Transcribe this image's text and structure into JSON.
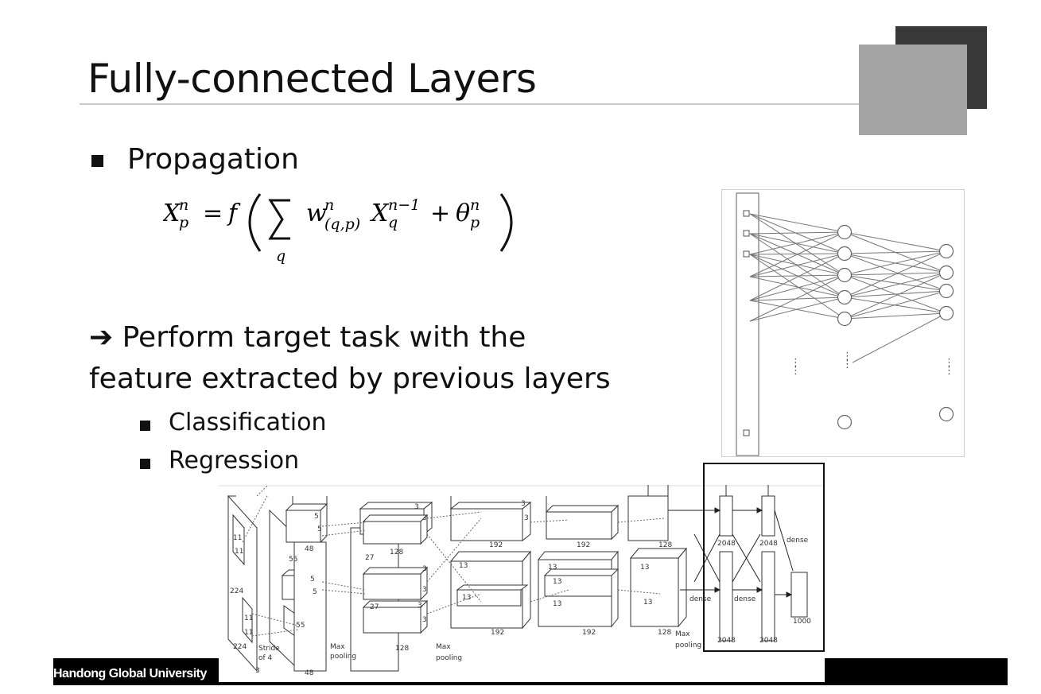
{
  "slide": {
    "title": "Fully-connected Layers",
    "bullet1": "Propagation",
    "arrow_glyph": "➔",
    "line1": " Perform target task with the",
    "line2": "feature extracted by previous layers",
    "sub_bullets": [
      "Classification",
      "Regression"
    ],
    "equation": {
      "lhs_var": "X",
      "lhs_sup": "n",
      "lhs_sub": "p",
      "equals": "=",
      "func": "f",
      "sum_index": "q",
      "w": "w",
      "w_sup": "n",
      "w_sub": "(q,p)",
      "x": "X",
      "x_sup": "n−1",
      "x_sub": "q",
      "plus": "+",
      "theta": "θ",
      "theta_sup": "n",
      "theta_sub": "p"
    },
    "footer": "Handong Global University",
    "colors": {
      "deco_dark": "#383838",
      "deco_light": "#a4a4a4",
      "footer_bg": "#000000"
    }
  },
  "nn_diagram": {
    "dots": "⋮"
  },
  "cnn_diagram": {
    "labels": {
      "n224a": "224",
      "n224b": "224",
      "n3": "3",
      "n11a": "11",
      "n11b": "11",
      "n11c": "11",
      "n11d": "11",
      "stride": "Stride",
      "of4": "of 4",
      "n55a": "55",
      "n55b": "55",
      "n5a": "5",
      "n5b": "5",
      "n5c": "5",
      "n5d": "5",
      "n48a": "48",
      "n48b": "48",
      "maxpool1a": "Max",
      "maxpool1b": "pooling",
      "n27a": "27",
      "n27b": "27",
      "n128a": "128",
      "n128b": "128",
      "maxpool2a": "Max",
      "maxpool2b": "pooling",
      "n3a": "3",
      "n3b": "3",
      "n3c": "3",
      "n3d": "3",
      "n3e": "3",
      "n3f": "3",
      "n3g": "3",
      "n3h": "3",
      "n13a": "13",
      "n13b": "13",
      "n13c": "13",
      "n13d": "13",
      "n13e": "13",
      "n13f": "13",
      "n13g": "13",
      "n192a": "192",
      "n192b": "192",
      "n192c": "192",
      "n192d": "192",
      "n128c": "128",
      "n128d": "128",
      "maxpool3a": "Max",
      "maxpool3b": "pooling",
      "n2048a": "2048",
      "n2048b": "2048",
      "n2048c": "2048",
      "n2048d": "2048",
      "dense1": "dense",
      "dense2": "dense",
      "dense3": "dense",
      "n1000": "1000"
    }
  }
}
